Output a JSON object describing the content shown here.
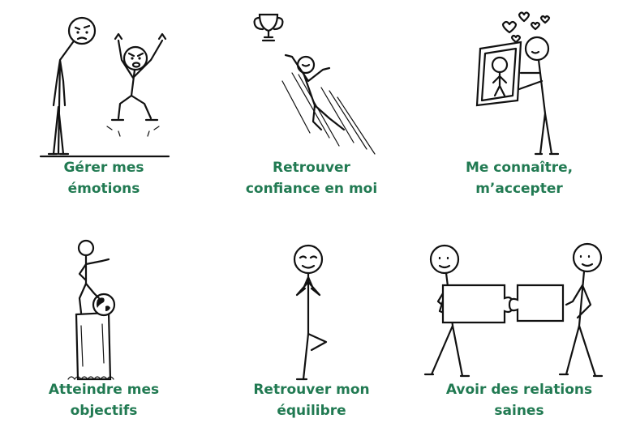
{
  "cards": [
    {
      "line1": "Gérer mes",
      "line2": "émotions",
      "icon": "frustrated-and-angry-stick-figures"
    },
    {
      "line1": "Retrouver",
      "line2": "confiance en moi",
      "icon": "stick-figure-flying-to-trophy"
    },
    {
      "line1": "Me connaître,",
      "line2": "m’accepter",
      "icon": "stick-figure-holding-mirror-with-hearts"
    },
    {
      "line1": "Atteindre mes",
      "line2": "objectifs",
      "icon": "stick-figure-on-pedestal-with-globe"
    },
    {
      "line1": "Retrouver mon",
      "line2": "équilibre",
      "icon": "stick-figure-tree-pose"
    },
    {
      "line1": "Avoir des relations",
      "line2": "saines",
      "icon": "two-figures-joining-puzzle-pieces"
    }
  ],
  "colors": {
    "caption": "#217a52",
    "ink": "#111111"
  }
}
